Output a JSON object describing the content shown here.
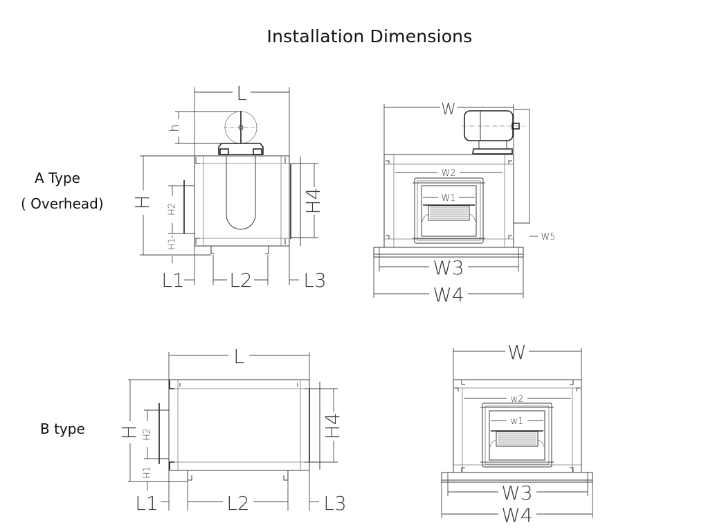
{
  "page": {
    "title": "Installation Dimensions"
  },
  "types": {
    "a": {
      "label": "A Type",
      "sublabel": "( Overhead)"
    },
    "b": {
      "label": "B type"
    }
  },
  "views": {
    "a_side": {
      "dims": {
        "L": "L",
        "h": "h",
        "H": "H",
        "H1": "H1",
        "H2": "H2",
        "H4": "H4",
        "L1": "L1",
        "L2": "L2",
        "L3": "L3"
      }
    },
    "a_front": {
      "dims": {
        "W": "W",
        "W1": "W1",
        "W2": "W2",
        "W3": "W3",
        "W4": "W4",
        "W5": "W5"
      }
    },
    "b_side": {
      "dims": {
        "L": "L",
        "H": "H",
        "H1": "H1",
        "H2": "H2",
        "H4": "H4",
        "L1": "L1",
        "L2": "L2",
        "L3": "L3"
      }
    },
    "b_front": {
      "dims": {
        "W": "W",
        "W1": "w1",
        "W2": "w2",
        "W3": "W3",
        "W4": "W4"
      }
    }
  },
  "colors": {
    "line": "#3a3a3a",
    "background": "#ffffff",
    "text": "#111111"
  }
}
